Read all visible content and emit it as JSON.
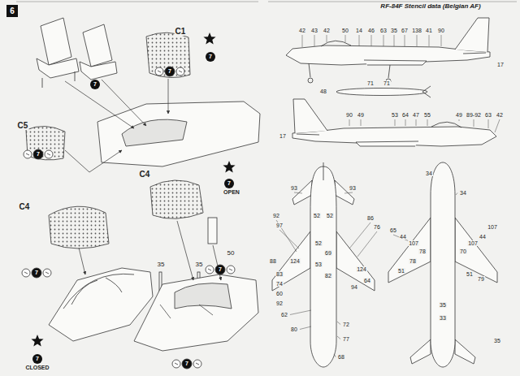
{
  "diagram": {
    "title": "RF-84F Stencil data (Belgian AF)",
    "labels": [
      "6",
      "C1",
      "7",
      "7",
      "C5",
      "7",
      "7",
      "C4",
      "7",
      "OPEN",
      "C4",
      "50",
      "7",
      "35",
      "35",
      "7",
      "7",
      "7",
      "CLOSED",
      "42",
      "43",
      "42",
      "50",
      "14",
      "46",
      "63",
      "35",
      "67",
      "138",
      "41",
      "90",
      "17",
      "48",
      "71",
      "71",
      "17",
      "90",
      "49",
      "53",
      "64",
      "47",
      "55",
      "49",
      "89-92",
      "63",
      "42",
      "93",
      "93",
      "92",
      "52",
      "52",
      "97",
      "86",
      "76",
      "124",
      "88",
      "52",
      "69",
      "53",
      "82",
      "83",
      "124",
      "64",
      "74",
      "94",
      "60",
      "92",
      "62",
      "80",
      "72",
      "77",
      "68",
      "34",
      "34",
      "65",
      "44",
      "107",
      "78",
      "70",
      "107",
      "44",
      "107",
      "51",
      "78",
      "35",
      "33",
      "51",
      "79",
      "35"
    ]
  }
}
